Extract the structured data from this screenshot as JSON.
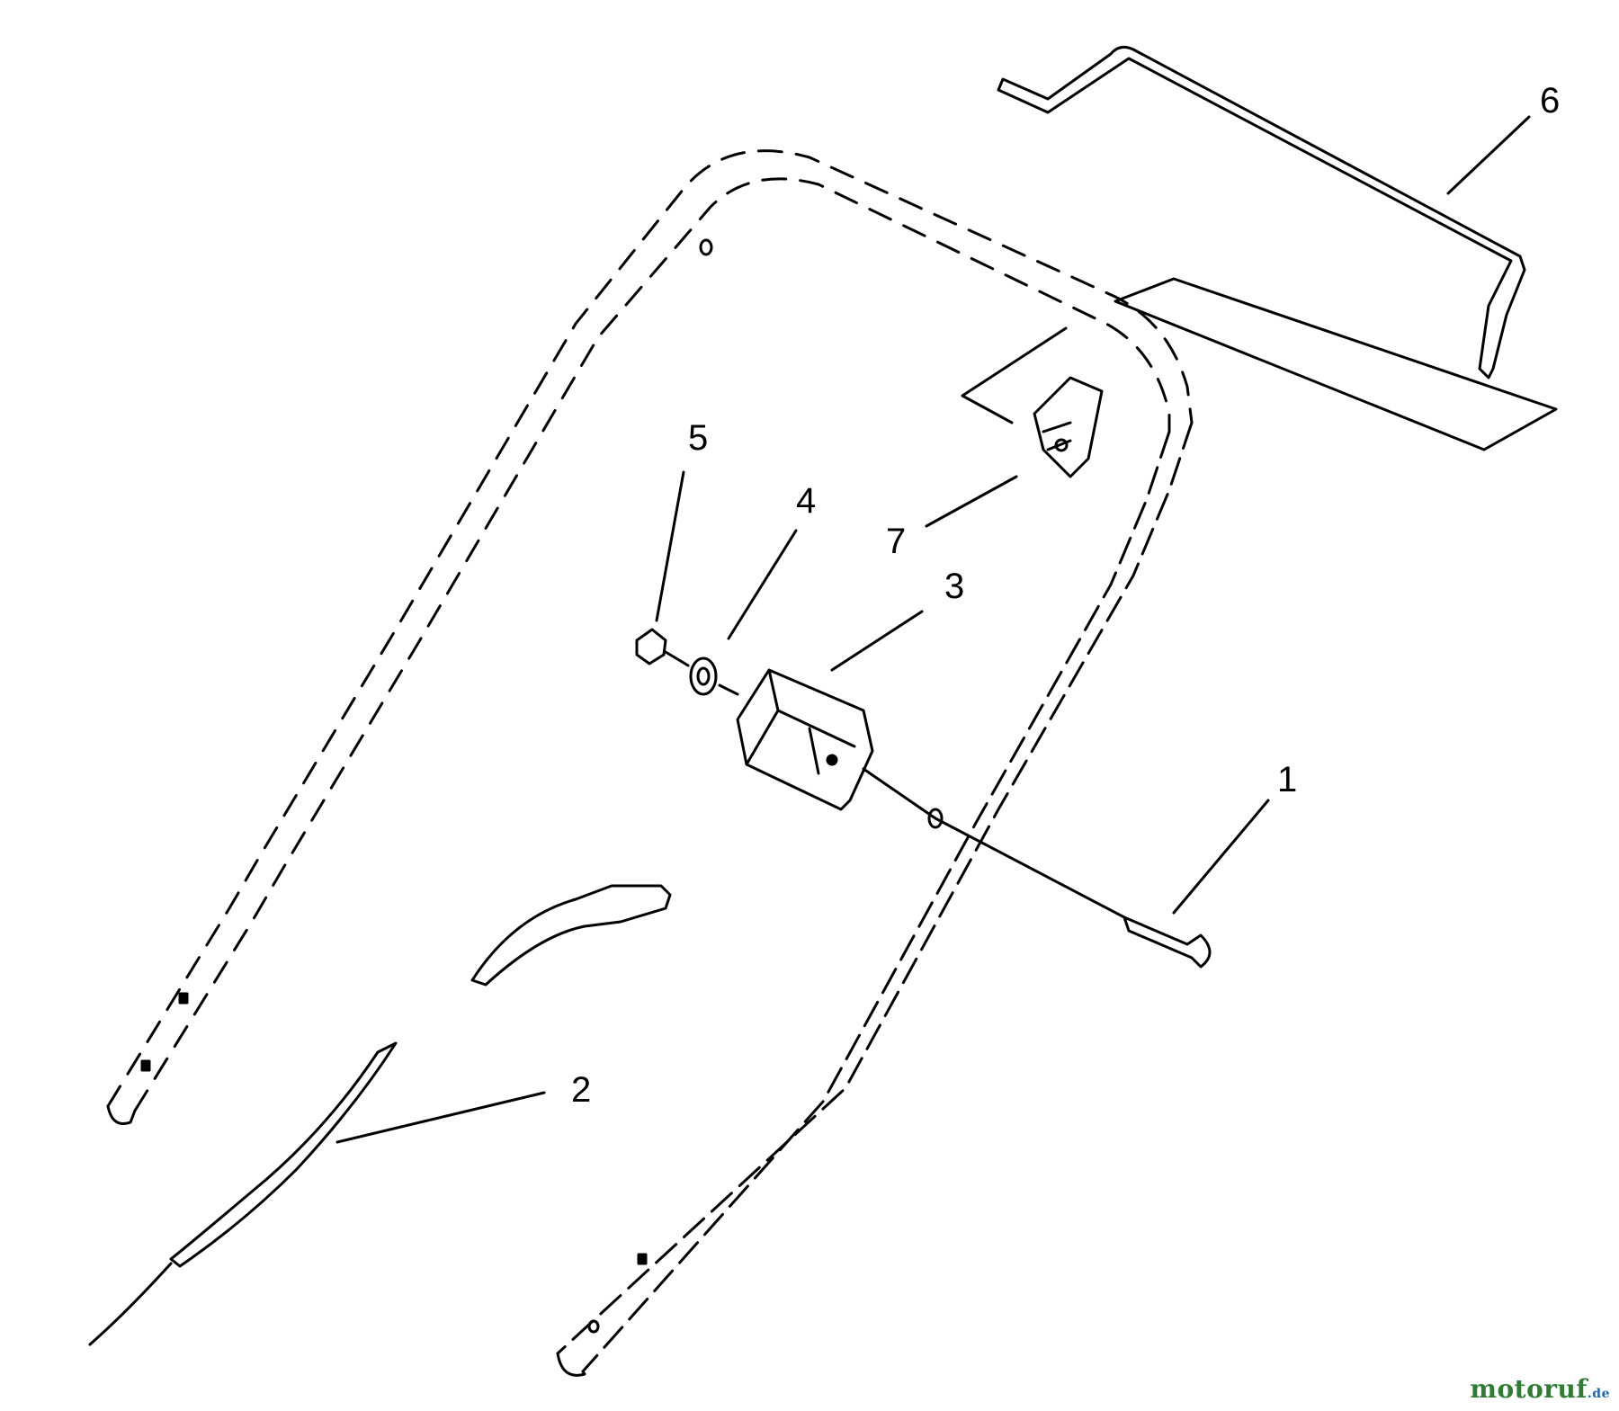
{
  "diagram": {
    "callouts": [
      {
        "id": "1",
        "label": "1"
      },
      {
        "id": "2",
        "label": "2"
      },
      {
        "id": "3",
        "label": "3"
      },
      {
        "id": "4",
        "label": "4"
      },
      {
        "id": "5",
        "label": "5"
      },
      {
        "id": "6",
        "label": "6"
      },
      {
        "id": "7",
        "label": "7"
      }
    ]
  },
  "watermark": {
    "name": "motoruf",
    "suffix": ".de"
  },
  "colors": {
    "line": "#000000",
    "background": "#ffffff",
    "watermark": "#2e7d32"
  }
}
